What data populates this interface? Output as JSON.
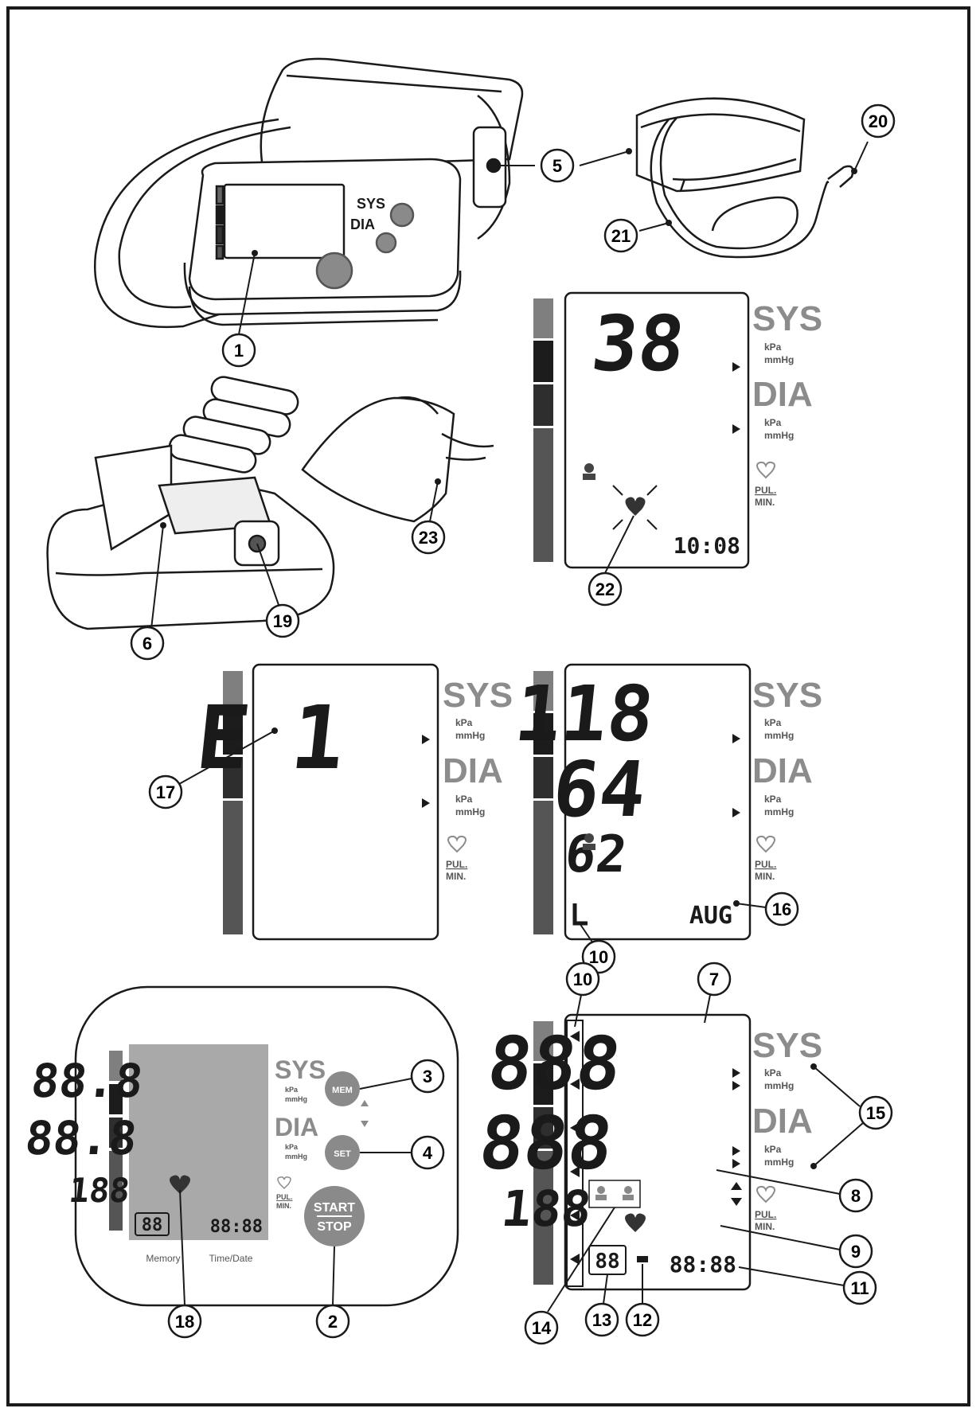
{
  "colors": {
    "ink": "#1a1a1a",
    "grey_text": "#8c8c8c",
    "lcd_bg": "#a9a9a9",
    "bar1": "#7f7f7f",
    "bar2": "#1c1c1c",
    "bar3": "#2e2e2e",
    "bar4": "#555555",
    "button": "#8a8a8a"
  },
  "labels": {
    "sys": "SYS",
    "dia": "DIA",
    "kpa": "kPa",
    "mmhg": "mmHg",
    "pul": "PUL.",
    "min": "MIN."
  },
  "device": {
    "mem_button": "MEM",
    "set_button": "SET",
    "start": "START",
    "stop": "STOP",
    "memory_label": "Memory",
    "timedate_label": "Time/Date",
    "sys_digits": "88.8",
    "dia_digits": "88.8",
    "pulse_digits": "188",
    "mem_digits": "88",
    "time_digits": "88:88"
  },
  "display_inflating": {
    "value": "38",
    "time": "10:08"
  },
  "display_error": {
    "code": "E",
    "number": "1"
  },
  "display_average": {
    "sys": "118",
    "dia": "64",
    "pulse": "62",
    "avg_label": "AUG"
  },
  "display_full": {
    "sys": "888",
    "dia": "888",
    "pulse": "188",
    "mem": "88",
    "time": "88:88"
  },
  "callouts": {
    "c1": "1",
    "c2": "2",
    "c3": "3",
    "c4": "4",
    "c5": "5",
    "c6": "6",
    "c7": "7",
    "c8": "8",
    "c9": "9",
    "c10a": "10",
    "c10b": "10",
    "c11": "11",
    "c12": "12",
    "c13": "13",
    "c14": "14",
    "c15": "15",
    "c16": "16",
    "c17": "17",
    "c18": "18",
    "c19": "19",
    "c20": "20",
    "c21": "21",
    "c22": "22",
    "c23": "23"
  }
}
